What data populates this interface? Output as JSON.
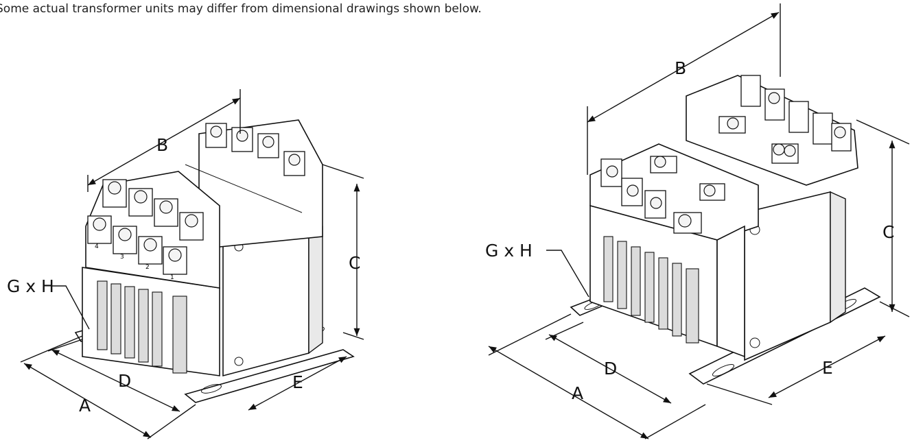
{
  "note": "Some actual transformer units may differ from dimensional drawings shown below.",
  "left_figure": {
    "labels": {
      "A": "A",
      "B": "B",
      "C": "C",
      "D": "D",
      "E": "E",
      "GH": "G x H"
    },
    "terminal_numbers": [
      "4",
      "3",
      "2",
      "1"
    ]
  },
  "right_figure": {
    "labels": {
      "A": "A",
      "B": "B",
      "C": "C",
      "D": "D",
      "E": "E",
      "GH": "G x H"
    }
  }
}
